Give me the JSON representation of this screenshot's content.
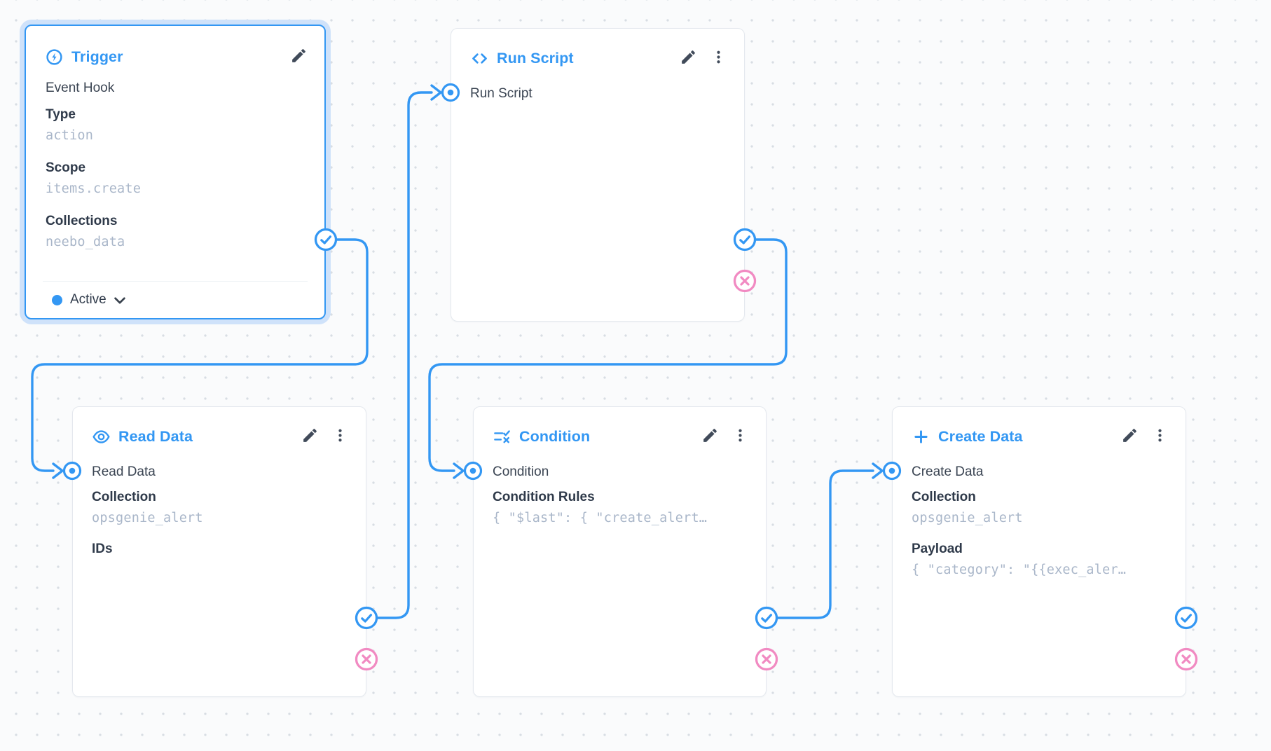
{
  "colors": {
    "accent_blue": "#3397f3",
    "reject_pink": "#f18ac2",
    "selected_halo": "#cfe2fa",
    "text_dark": "#2f3a4a",
    "mono_value": "#a9b6c9",
    "card_border": "#e4e8ee",
    "canvas_bg": "#fafbfc"
  },
  "nodes": {
    "trigger": {
      "title": "Trigger",
      "icon": "bolt-circle-icon",
      "selected": true,
      "trigger_type": "Event Hook",
      "type_label": "Type",
      "type_value": "action",
      "scope_label": "Scope",
      "scope_value": "items.create",
      "collections_label": "Collections",
      "collections_value": "neebo_data",
      "status_label": "Active"
    },
    "run_script": {
      "title": "Run Script",
      "icon": "code-icon",
      "input_label": "Run Script"
    },
    "read_data": {
      "title": "Read Data",
      "icon": "eye-icon",
      "input_label": "Read Data",
      "collection_label": "Collection",
      "collection_value": "opsgenie_alert",
      "ids_label": "IDs"
    },
    "condition": {
      "title": "Condition",
      "icon": "rule-icon",
      "input_label": "Condition",
      "rules_label": "Condition Rules",
      "rules_value": "{ \"$last\": { \"create_alert…"
    },
    "create_data": {
      "title": "Create Data",
      "icon": "plus-icon",
      "input_label": "Create Data",
      "collection_label": "Collection",
      "collection_value": "opsgenie_alert",
      "payload_label": "Payload",
      "payload_value": "{ \"category\": \"{{exec_aler…"
    }
  },
  "edges": [
    {
      "from": "trigger",
      "port": "resolve",
      "to": "read_data"
    },
    {
      "from": "read_data",
      "port": "resolve",
      "to": "run_script"
    },
    {
      "from": "run_script",
      "port": "resolve",
      "to": "condition"
    },
    {
      "from": "condition",
      "port": "resolve",
      "to": "create_data"
    }
  ]
}
